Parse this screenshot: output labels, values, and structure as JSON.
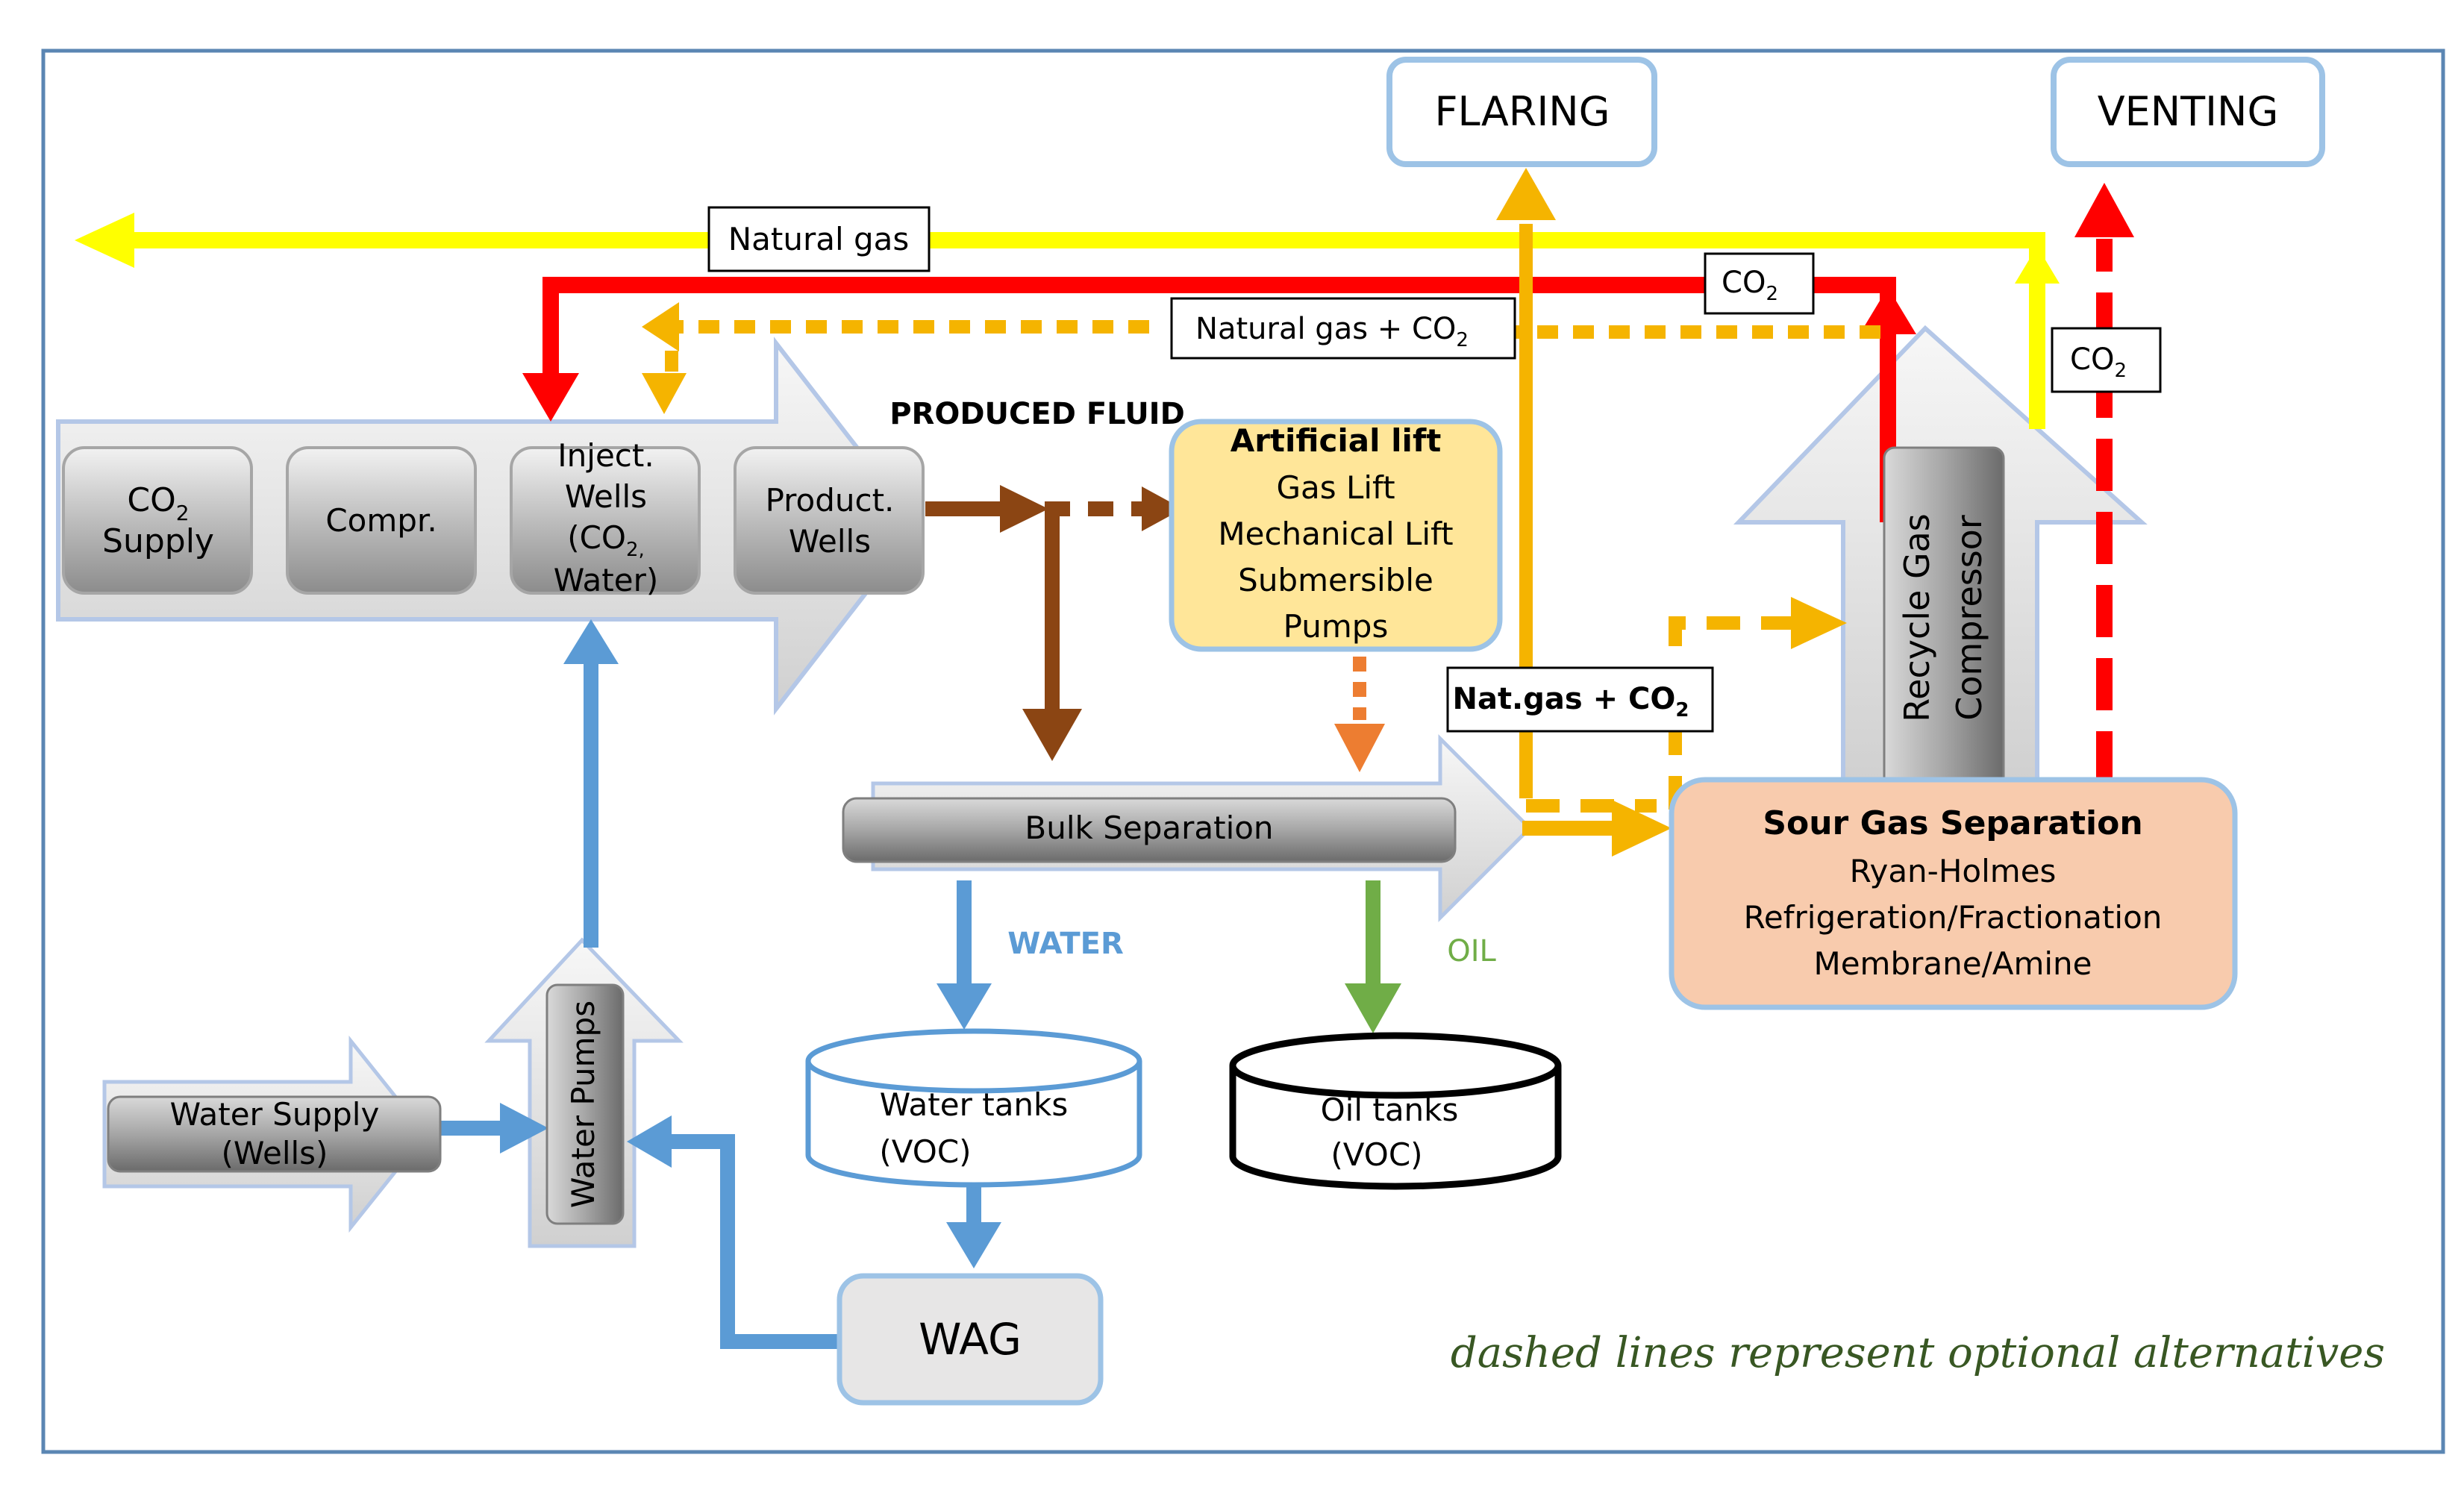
{
  "flow": {
    "co2_supply": [
      "CO",
      "2",
      "Supply"
    ],
    "compressor": "Compr.",
    "inject_wells": [
      "Inject.",
      "Wells",
      "(CO",
      "2,",
      "Water)"
    ],
    "product_wells": [
      "Product.",
      "Wells"
    ],
    "produced_fluid": "PRODUCED FLUID",
    "bulk_separation": "Bulk Separation",
    "water_label": "WATER",
    "oil_label": "OIL"
  },
  "artificial_lift": {
    "title": "Artificial lift",
    "lines": [
      "Gas Lift",
      "Mechanical Lift",
      "Submersible",
      "Pumps"
    ]
  },
  "sour_gas": {
    "title": "Sour Gas Separation",
    "lines": [
      "Ryan-Holmes",
      "Refrigeration/Fractionation",
      "Membrane/Amine"
    ]
  },
  "recycle": [
    "Recycle Gas",
    "Compressor"
  ],
  "outlets": {
    "flaring": "FLARING",
    "venting": "VENTING"
  },
  "gas_labels": {
    "natural_gas": "Natural gas",
    "natural_gas_co2": "Natural gas + CO",
    "nat_gas_co2": "Nat.gas + CO",
    "co2": "CO",
    "sub2": "2"
  },
  "water": {
    "supply": [
      "Water Supply",
      "(Wells)"
    ],
    "pumps": "Water Pumps",
    "tanks": [
      "Water tanks",
      "(VOC)"
    ],
    "wag": "WAG"
  },
  "oil_tanks": [
    "Oil tanks",
    "(VOC)"
  ],
  "note": "dashed lines represent optional alternatives",
  "colors": {
    "yellow": "#ffff00",
    "red": "#ff0000",
    "orange_gold": "#f5b400",
    "brown": "#8b4513",
    "blue": "#5b9bd5",
    "green": "#70ad47",
    "lift_fill": "#ffe699",
    "sour_fill": "#f8cbad"
  }
}
